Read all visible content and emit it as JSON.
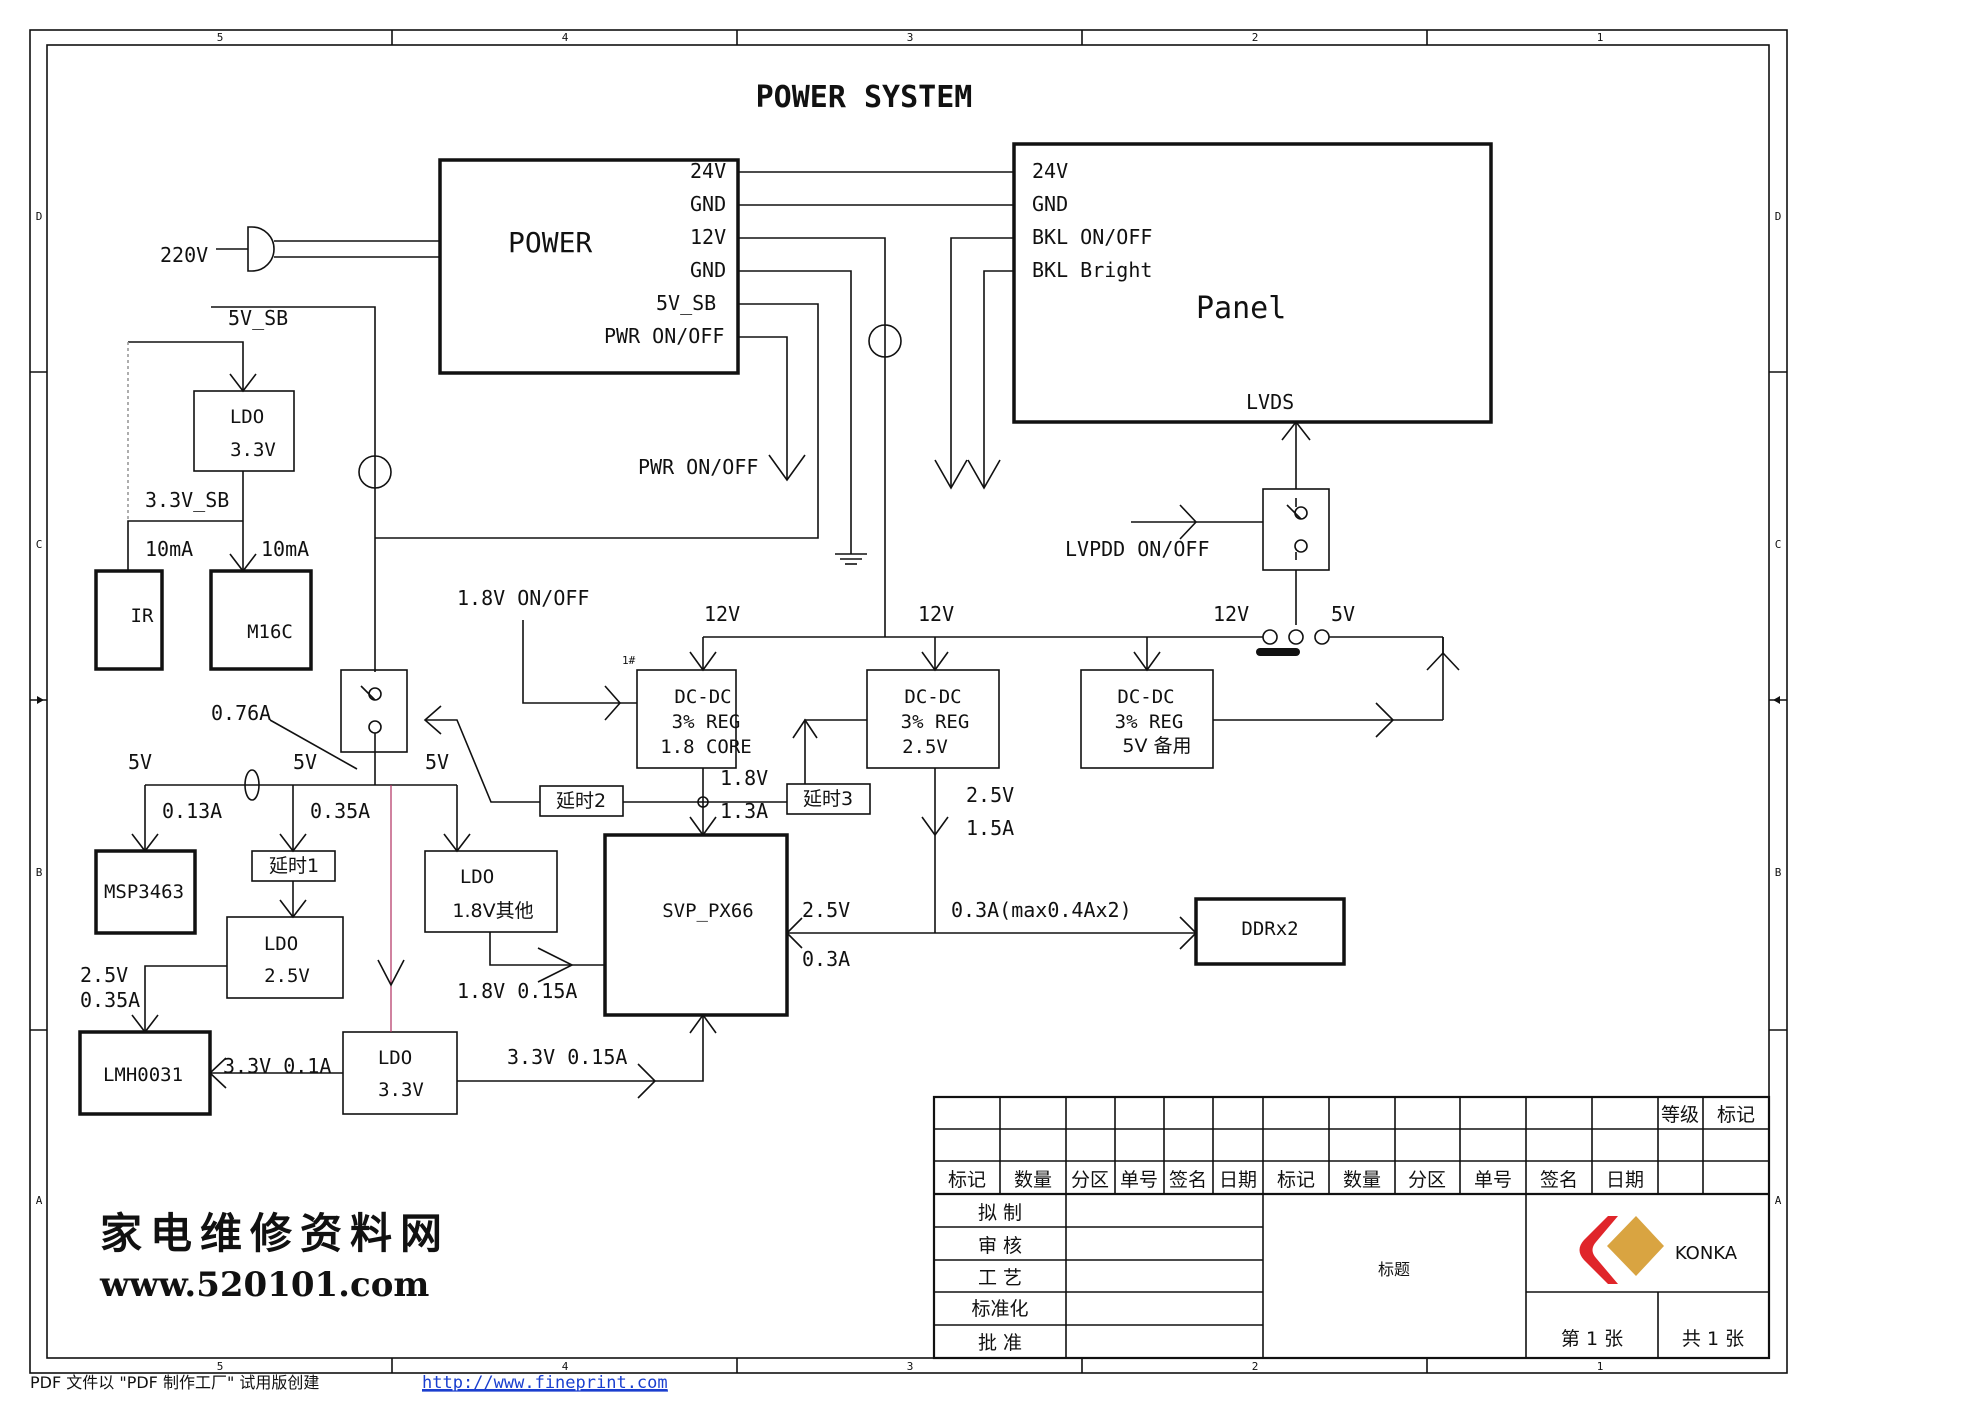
{
  "title": "POWER SYSTEM",
  "border": {
    "col_labels": [
      "5",
      "4",
      "3",
      "2",
      "1"
    ],
    "row_labels": [
      "D",
      "C",
      "B",
      "A"
    ]
  },
  "power": {
    "label": "POWER",
    "pins": [
      "24V",
      "GND",
      "12V",
      "GND",
      "5V_SB",
      "PWR ON/OFF"
    ],
    "input": "220V"
  },
  "panel": {
    "label": "Panel",
    "pins": [
      "24V",
      "GND",
      "BKL ON/OFF",
      "BKL Bright"
    ],
    "lvds": "LVDS"
  },
  "labels": {
    "sb_5v": "5V_SB",
    "pwr_onoff": "PWR ON/OFF",
    "sb_3v3": "3.3V_SB",
    "ma1": "10mA",
    "ma2": "10mA",
    "lvpdd": "LVPDD ON/OFF",
    "onoff_18": "1.8V ON/OFF",
    "v12_a": "12V",
    "v12_b": "12V",
    "v12_c": "12V",
    "v5_sel": "5V",
    "mark_1": "1#",
    "a076": "0.76A",
    "v5_a": "5V",
    "v5_b": "5V",
    "v5_c": "5V",
    "a013": "0.13A",
    "a035": "0.35A",
    "v18_out": "1.8V",
    "a13": "1.3A",
    "v25_out": "2.5V",
    "a15": "1.5A",
    "v25_ddr": "2.5V",
    "ddr_cur": "0.3A(max0.4Ax2)",
    "a03": "0.3A",
    "v25_lmh": "2.5V",
    "a035_lmh": "0.35A",
    "v18_015": "1.8V 0.15A",
    "v33_01": "3.3V 0.1A",
    "v33_015": "3.3V 0.15A"
  },
  "blocks": {
    "ldo_top": [
      "LDO",
      "3.3V"
    ],
    "ir": "IR",
    "m16c": "M16C",
    "dcdc1": [
      "DC-DC",
      "3% REG",
      "1.8 CORE"
    ],
    "dcdc2": [
      "DC-DC",
      "3% REG",
      "2.5V"
    ],
    "dcdc3": [
      "DC-DC",
      "3% REG",
      "5V 备用"
    ],
    "delay1": "延时1",
    "delay2": "延时2",
    "delay3": "延时3",
    "msp": "MSP3463",
    "ldo_25": [
      "LDO",
      "2.5V"
    ],
    "ldo_18": [
      "LDO",
      "1.8V其他"
    ],
    "svp": "SVP_PX66",
    "ddr": "DDRx2",
    "lmh": "LMH0031",
    "ldo_33": [
      "LDO",
      "3.3V"
    ]
  },
  "title_block": {
    "grade": "等级",
    "mark": "标记",
    "headers": [
      "标记",
      "数量",
      "分区",
      "单号",
      "签名",
      "日期",
      "标记",
      "数量",
      "分区",
      "单号",
      "签名",
      "日期"
    ],
    "roles": [
      "拟 制",
      "审 核",
      "工 艺",
      "标准化",
      "批 准"
    ],
    "caption": "标题",
    "company": "KONKA",
    "sheet": "第 1 张",
    "total": "共 1 张"
  },
  "watermark": {
    "cn": "家电维修资料网",
    "url": "www.520101.com"
  },
  "footer": {
    "text": "PDF 文件以 \"PDF 制作工厂\" 试用版创建",
    "link": "http://www.fineprint.com"
  },
  "colors": {
    "line": "#111111",
    "accent_line": "#b03060",
    "logo_red": "#e0252a",
    "logo_gold": "#d9a441",
    "link": "#1a3fcf"
  }
}
